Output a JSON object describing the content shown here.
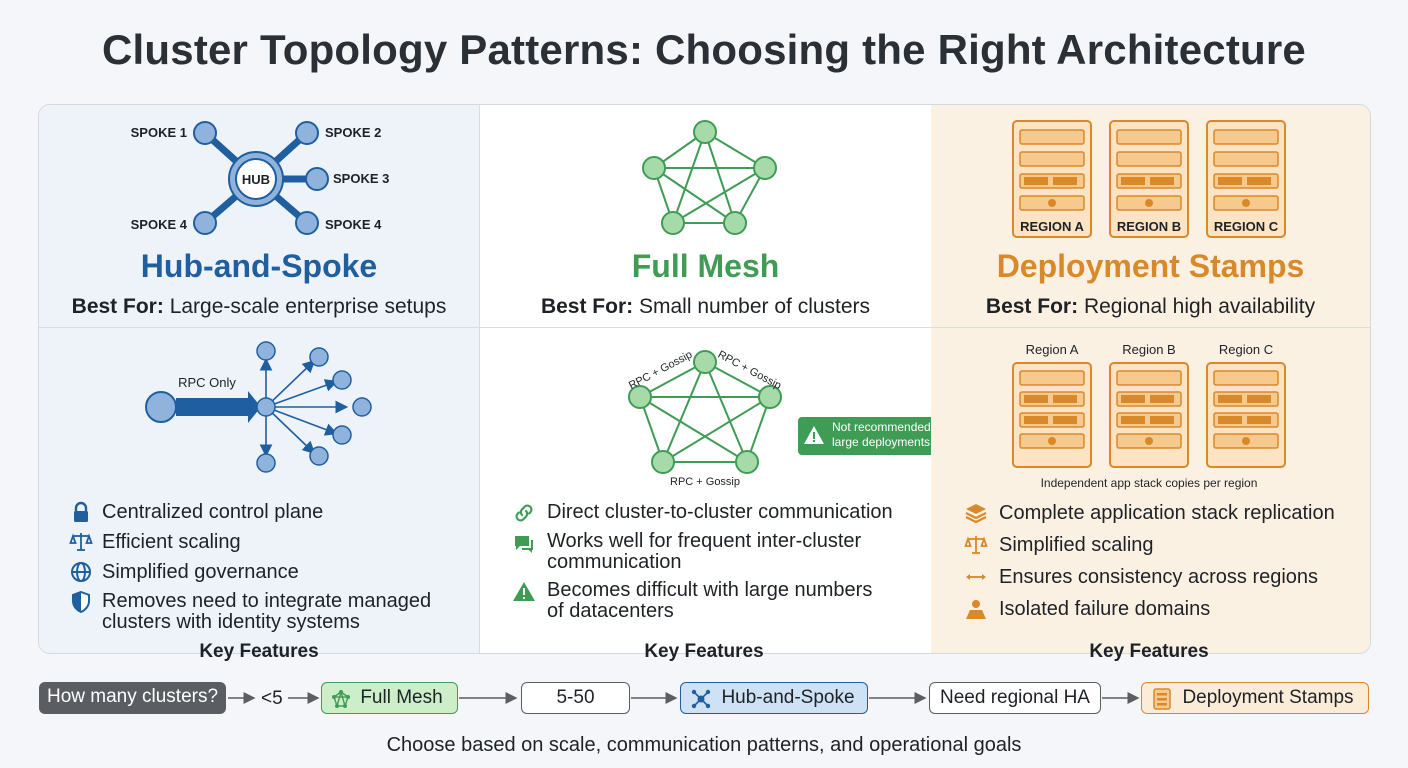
{
  "title": "Cluster Topology Patterns: Choosing the Right Architecture",
  "colors": {
    "blue": "#1f5fa0",
    "green": "#3f9c55",
    "orange": "#d9892a",
    "dark": "#5a5e63"
  },
  "hub": {
    "name": "Hub-and-Spoke",
    "best_for_label": "Best For:",
    "best_for": "Large-scale enterprise setups",
    "diagram": {
      "hub": "HUB",
      "spokes": [
        "SPOKE 1",
        "SPOKE 2",
        "SPOKE 3",
        "SPOKE 4",
        "SPOKE 4"
      ]
    },
    "lower_diagram": {
      "label": "RPC Only"
    },
    "features": [
      {
        "icon": "lock-icon",
        "text": "Centralized control plane"
      },
      {
        "icon": "scale-icon",
        "text": "Efficient scaling"
      },
      {
        "icon": "globe-icon",
        "text": "Simplified governance"
      },
      {
        "icon": "shield-icon",
        "text": "Removes need to integrate managed clusters with identity systems"
      }
    ],
    "key_features": "Key Features"
  },
  "mesh": {
    "name": "Full Mesh",
    "best_for_label": "Best For:",
    "best_for": "Small number of clusters",
    "lower_diagram": {
      "edge_labels": [
        "RPC + Gossip",
        "RPC + Gossip",
        "RPC + Gossip"
      ],
      "warning": "Not recommended for large deployments"
    },
    "features": [
      {
        "icon": "link-icon",
        "text": "Direct cluster-to-cluster communication"
      },
      {
        "icon": "chat-icon",
        "text": "Works well for frequent inter-cluster communication"
      },
      {
        "icon": "warning-icon",
        "text": "Becomes difficult with large numbers of datacenters"
      }
    ],
    "key_features": "Key Features"
  },
  "stamps": {
    "name": "Deployment Stamps",
    "best_for_label": "Best For:",
    "best_for": "Regional high availability",
    "diagram": {
      "regions": [
        "REGION A",
        "REGION B",
        "REGION C"
      ]
    },
    "lower_diagram": {
      "regions": [
        "Region A",
        "Region B",
        "Region C"
      ],
      "caption": "Independent app stack copies per region"
    },
    "features": [
      {
        "icon": "layers-icon",
        "text": "Complete application stack replication"
      },
      {
        "icon": "scale-icon",
        "text": "Simplified scaling"
      },
      {
        "icon": "arrows-icon",
        "text": "Ensures consistency across regions"
      },
      {
        "icon": "person-icon",
        "text": "Isolated failure domains"
      }
    ],
    "key_features": "Key Features"
  },
  "flow": {
    "question": "How many clusters?",
    "lt5": "<5",
    "full_mesh": "Full Mesh",
    "range": "5-50",
    "hub_spoke": "Hub-and-Spoke",
    "regional": "Need regional HA",
    "stamps": "Deployment Stamps"
  },
  "footer": "Choose based on scale, communication patterns, and operational goals"
}
